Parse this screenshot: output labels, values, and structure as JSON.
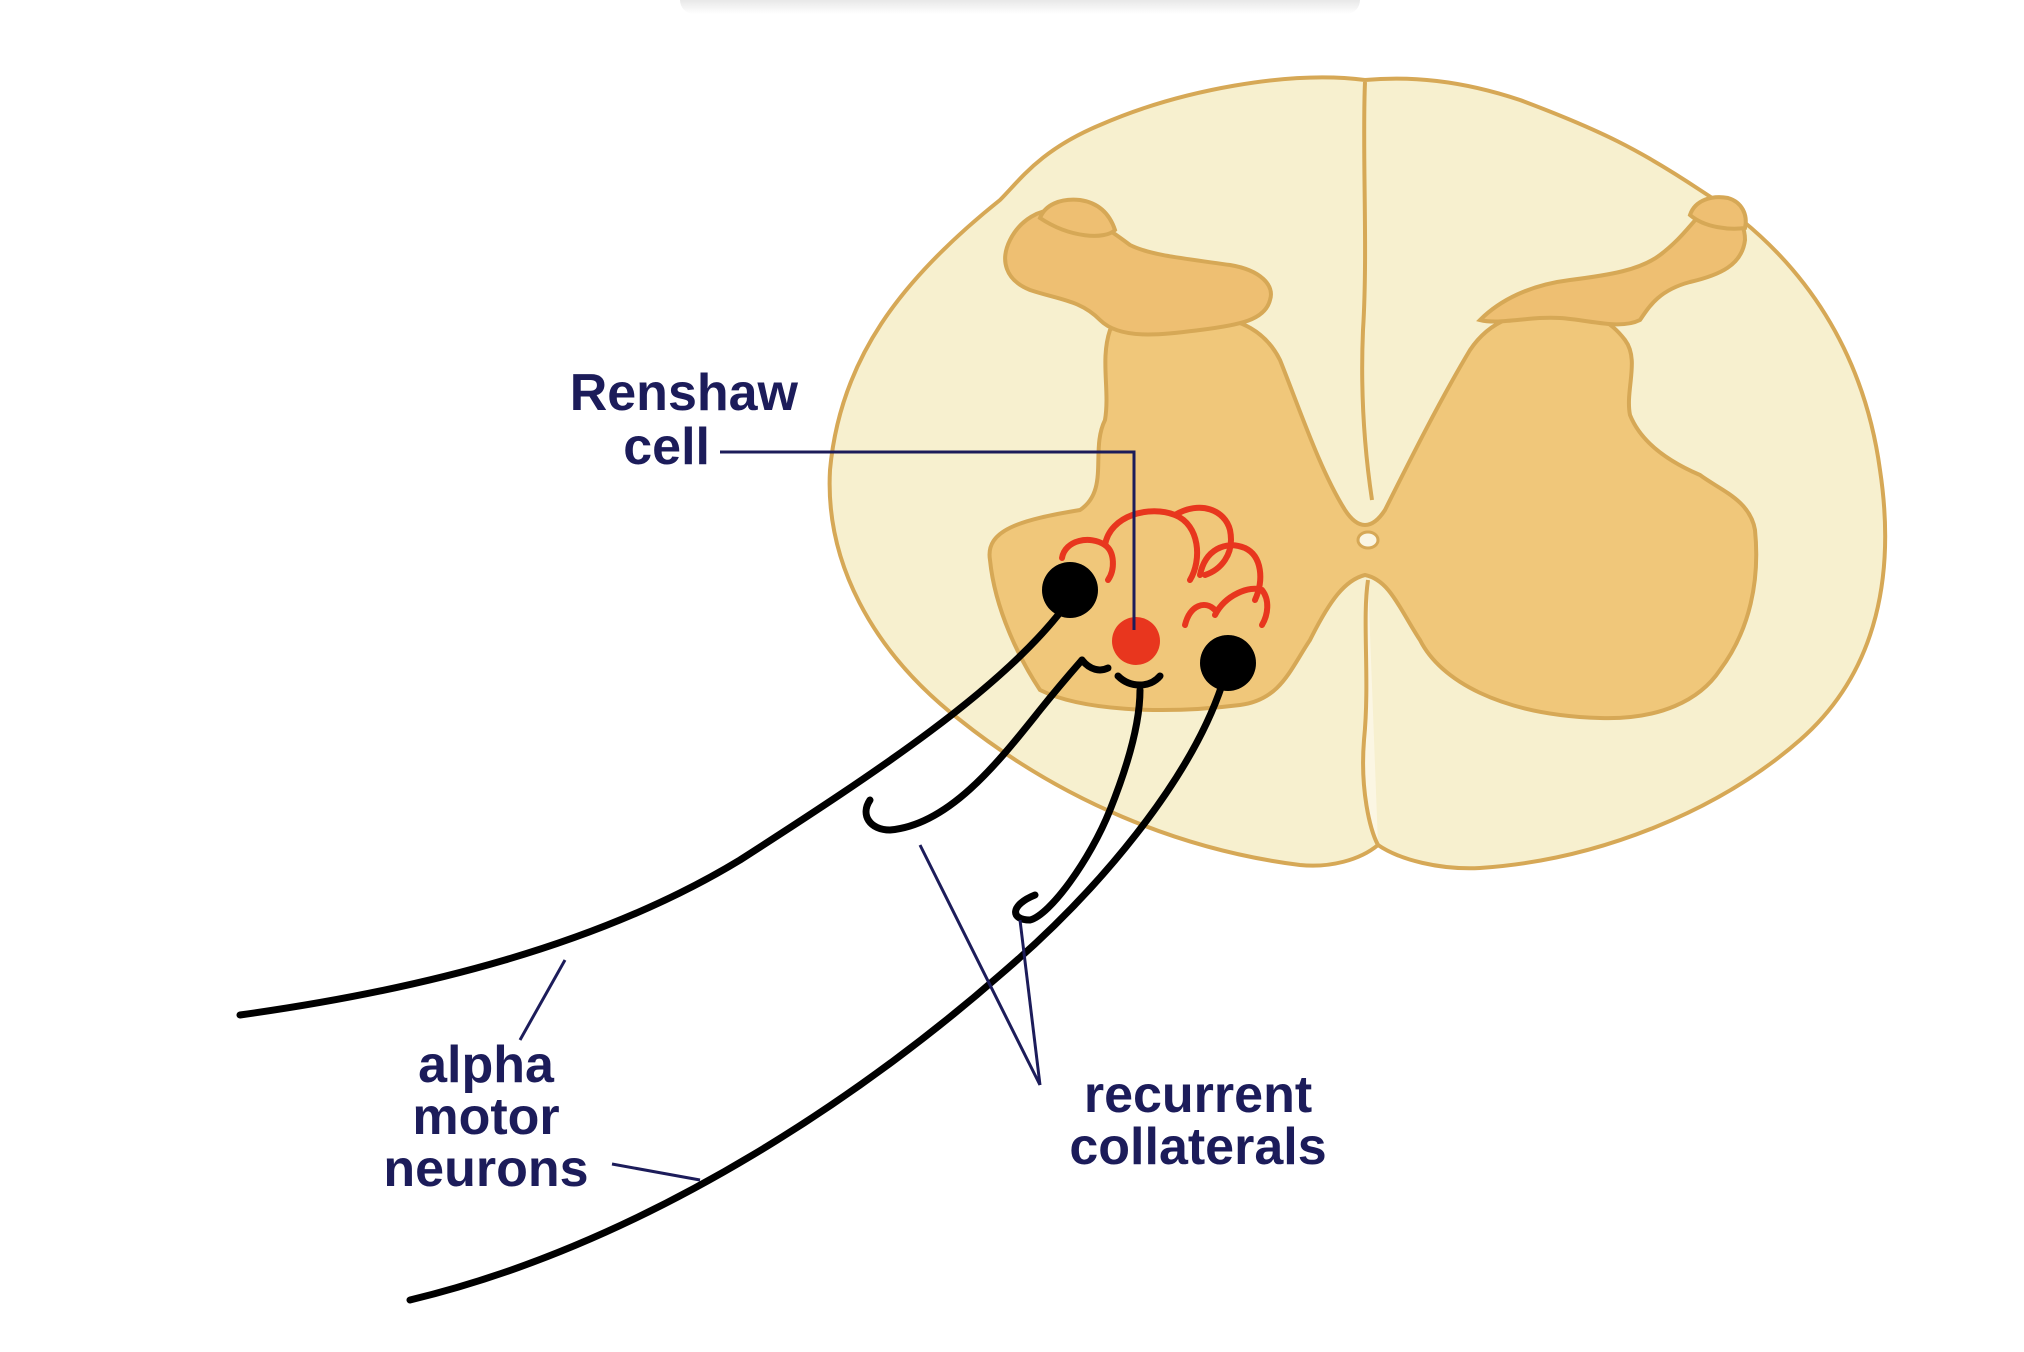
{
  "labels": {
    "renshaw_line1": "Renshaw",
    "renshaw_line2": "cell",
    "alpha_line1": "alpha",
    "alpha_line2": "motor",
    "alpha_line3": "neurons",
    "recurrent_line1": "recurrent",
    "recurrent_line2": "collaterals"
  },
  "colors": {
    "white_matter": "#f7f0cf",
    "gray_matter": "#f0c77a",
    "dorsal_horn": "#eebf72",
    "outline": "#d6a856",
    "neuron": "#000000",
    "renshaw": "#e8361e",
    "label_text": "#1c1c5a"
  }
}
